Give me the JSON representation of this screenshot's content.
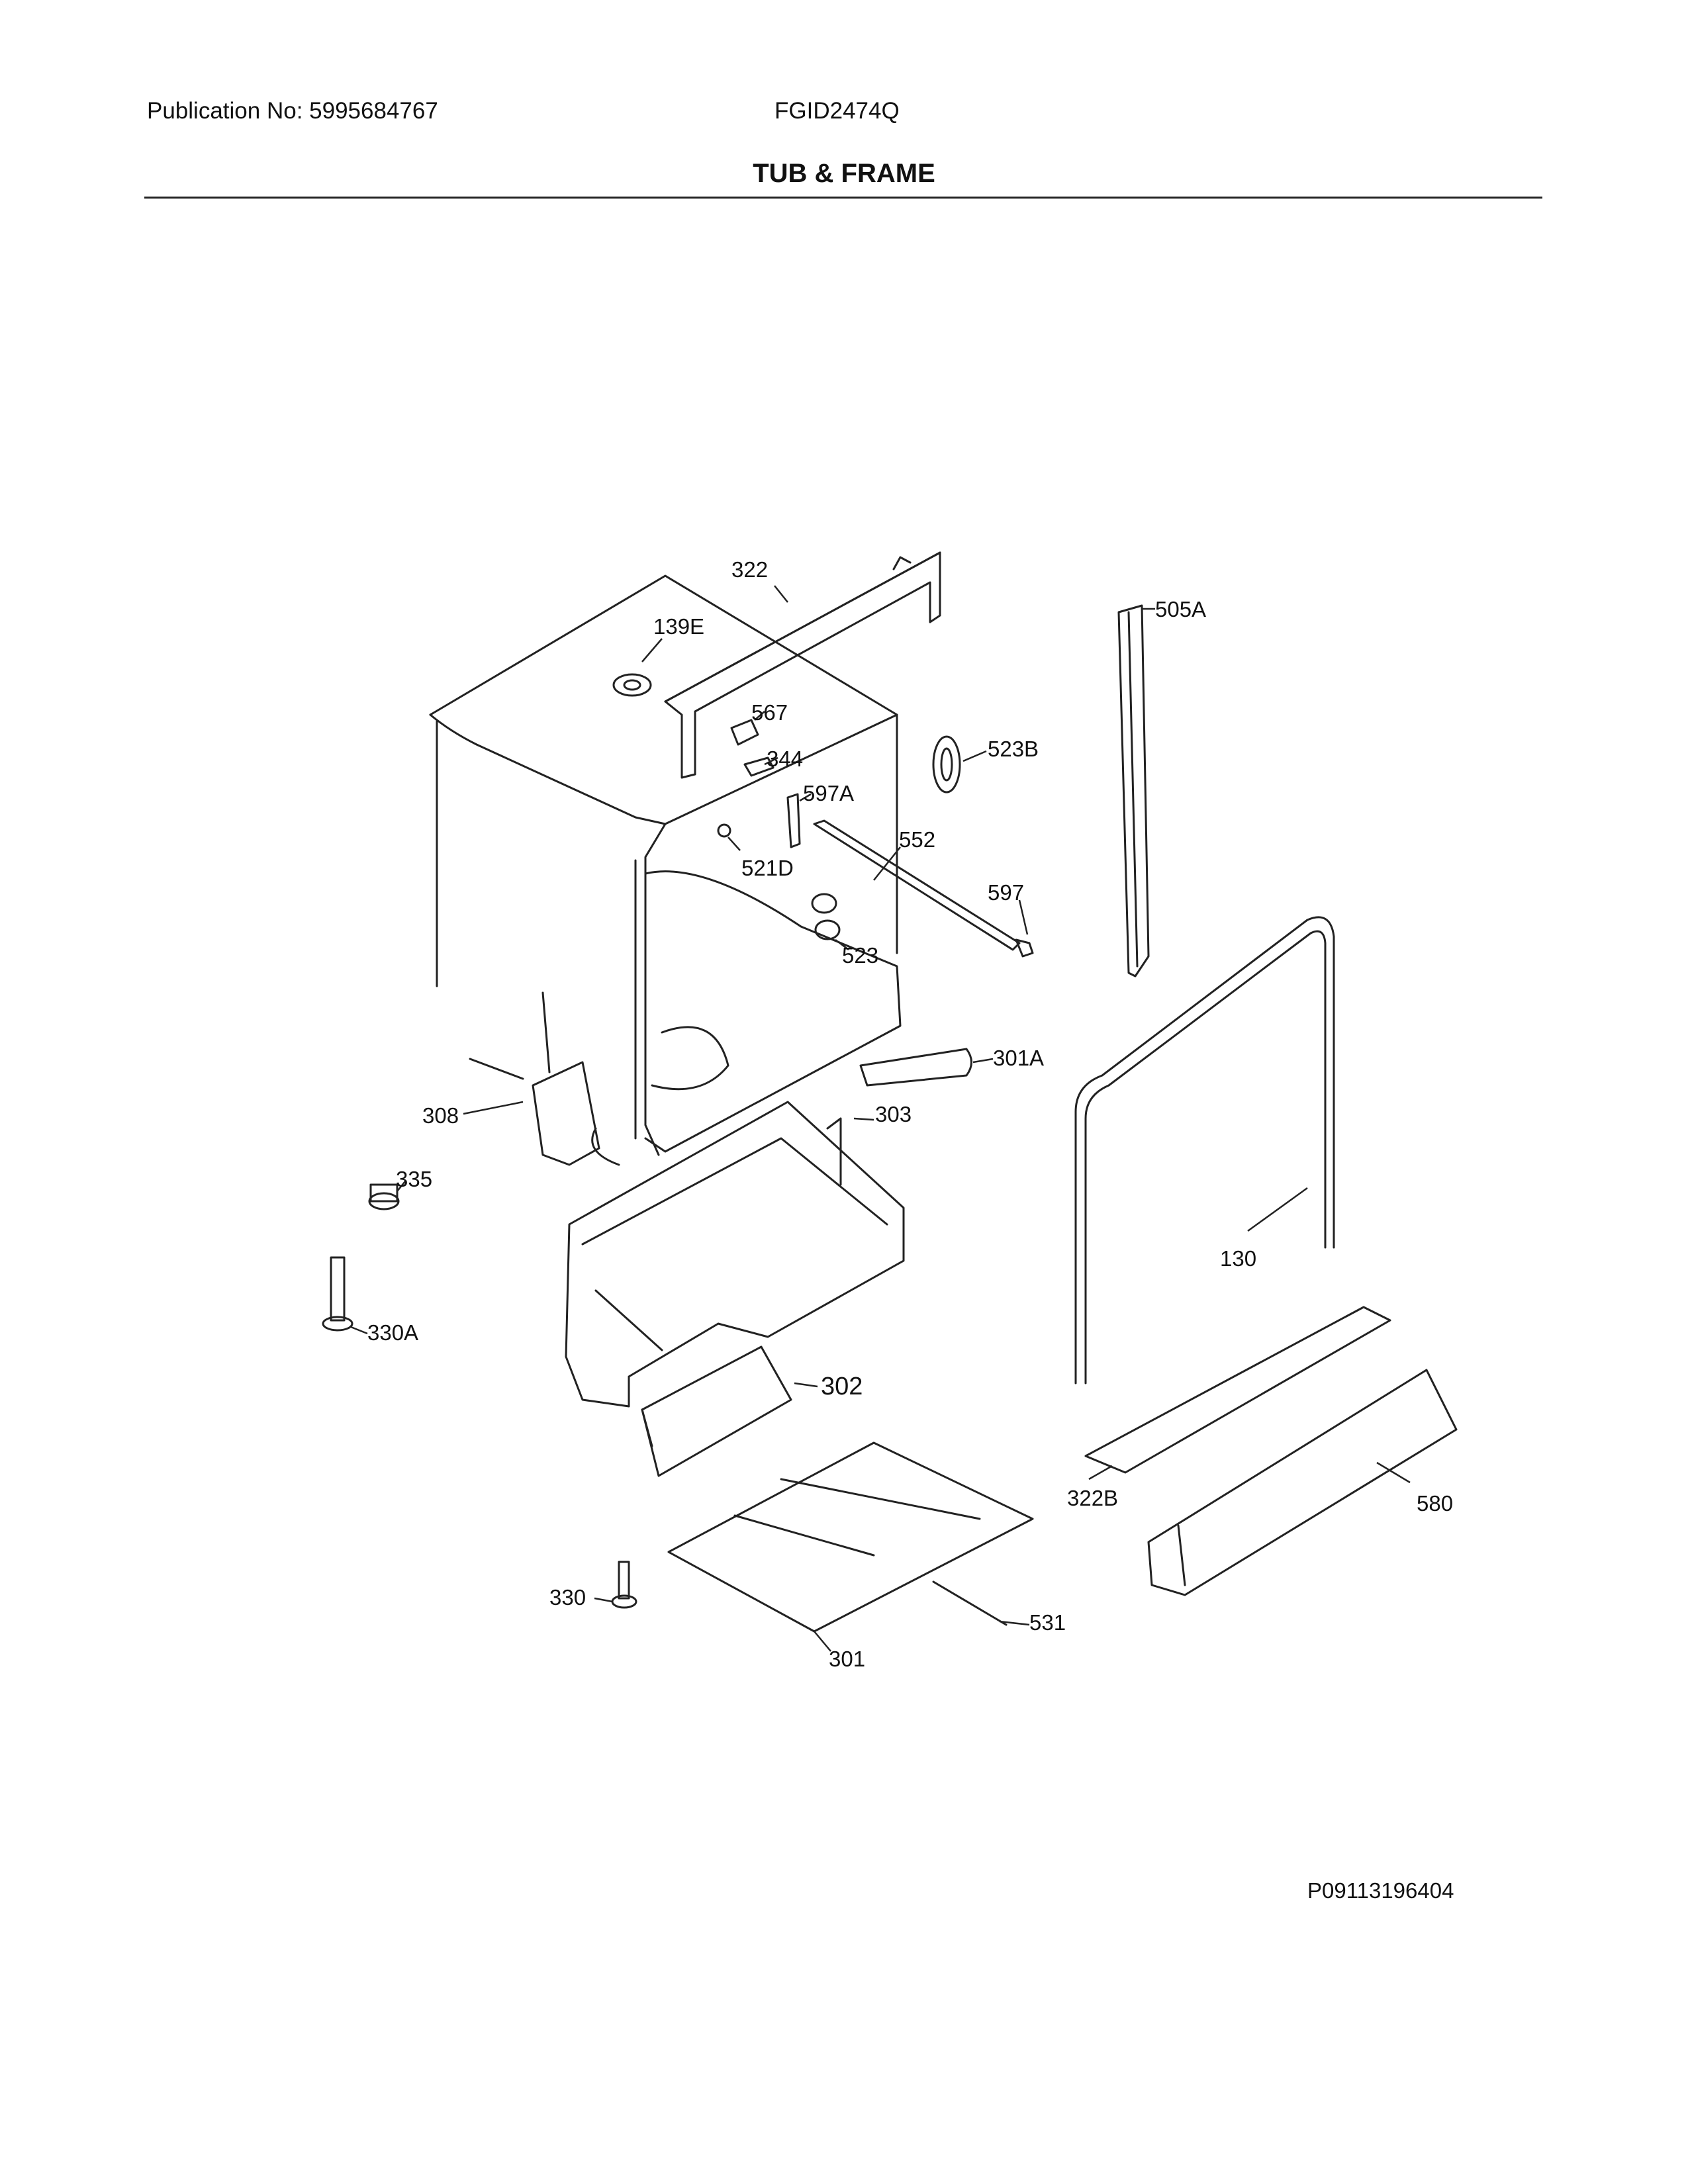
{
  "header": {
    "publication": "Publication No: 5995684767",
    "model": "FGID2474Q",
    "section_title": "TUB & FRAME"
  },
  "callouts": {
    "c322": "322",
    "c139E": "139E",
    "c505A": "505A",
    "c567": "567",
    "c523B": "523B",
    "c344": "344",
    "c597A": "597A",
    "c552": "552",
    "c521D": "521D",
    "c597": "597",
    "c523": "523",
    "c301A": "301A",
    "c303": "303",
    "c308": "308",
    "c335": "335",
    "c130": "130",
    "c330A": "330A",
    "c302": "302",
    "c322B": "322B",
    "c580": "580",
    "c330": "330",
    "c531": "531",
    "c301": "301"
  },
  "figure_id": "P09113196404"
}
